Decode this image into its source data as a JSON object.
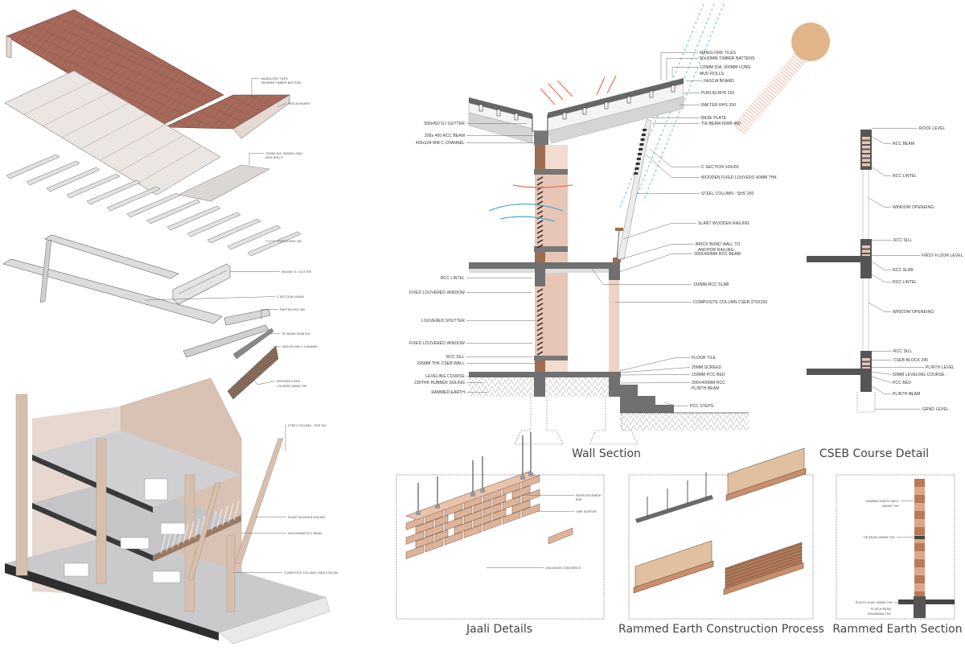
{
  "exploded_axonometric": {
    "labels": [
      "MANGLORE TILES",
      "50x30MM TIMBER BATTENS",
      "FASCIA BOARD",
      "120MM DIA, 900MM LONG",
      "MUD ROLLS",
      "PURLIN RHS 250",
      "300x450 G.I GUTTER",
      "C SECTION 100x50",
      "RAFTER RHS 350",
      "TIE BEAM ISWB 400",
      "400x104 MM C CHANNEL",
      "WOODEN FIXED",
      "LOUVERS 40MM THK"
    ]
  },
  "building_axonometric": {
    "labels": [
      "STEEL COLUMN - SHS 250",
      "SLANT WOODEN RAILING",
      "300X400MM RCC BEAM",
      "COMPOSITE COLUMN CSEB 375X250"
    ]
  },
  "wall_section": {
    "title": "Wall Section",
    "left_labels": [
      "300x450 G.I GUTTER",
      "295x 400 RCC BEAM",
      "400x104 MM C CHANNEL",
      "RCC LINTEL",
      "FIXED LOUVERED WINDOW",
      "LOUVERED SHUTTER",
      "FIXED LOUVERED WINDOW",
      "RCC SILL",
      "295MM THK CSEB WALL",
      "LEVELING COURSE",
      "230THK RUBBER SOLING",
      "RAMMED EARTH"
    ],
    "right_labels": [
      "MANGLORE TILES",
      "50x30MM TIMBER BATTENS",
      "120MM DIA, 900MM LONG",
      "MUD ROLLS",
      "FASCIA BOARD",
      "PURLIN RHS 250",
      "RAFTER RHS 350",
      "BASE PLATE",
      "TIE BEAM ISWB 400",
      "C SECTION 100x50",
      "WOODEN FIXED LOUVERS 40MM THK",
      "STEEL COLUMN - SHS 250",
      "SLANT WOODEN RAILING",
      "BRICK BUND WALL TO",
      "ANCHOR RAILING",
      "300X400MM RCC BEAM",
      "150MM RCC SLAB",
      "COMPOSITE COLUMN CSEB 375X250",
      "FLOOR TILE",
      "25MM SCREED",
      "150MM PCC BED",
      "300X400MM RCC",
      "PLINTH BEAM",
      "PCC STEPS"
    ]
  },
  "cseb_course_detail": {
    "title": "CSEB Course Detail",
    "labels": [
      "ROOF LEVEL",
      "RCC BEAM",
      "RCC LINTEL",
      "WINDOW  OPENEING",
      "RCC SILL",
      "FIRST FLOOR LEVEL",
      "RCC SLAB",
      "RCC LINTEL",
      "WINDOW  OPENEING",
      "RCC SILL",
      "CSEB BLOCK 295",
      "PLINTH LEVEL",
      "50MM LEVELING COURSE",
      "PCC BED",
      "PLINTH BEAM",
      "GRND LEVEL"
    ]
  },
  "jaali_details": {
    "title": "Jaali Details",
    "labels": [
      "REINFORCEMENT",
      "BAR",
      "LIME MORTAR",
      "245x125x95 CSEB BRICK"
    ]
  },
  "rammed_earth_process": {
    "title": "Rammed Earth Construction Process"
  },
  "rammed_earth_section": {
    "title": "Rammed Earth Section",
    "labels": [
      "RAMMED EARTH WALL",
      "400MM THK",
      "TIE BEAM  150MM THK",
      "PLINTH SLAB 150MM THK",
      "PLINTH BEAM",
      "400x450MM THK"
    ]
  },
  "colors": {
    "tiles": "#a66a5b",
    "cseb": "#e8c6b5",
    "brick_dark": "#9c6d4e",
    "concrete": "#6e6e6e",
    "sun": "#e2b489",
    "hot_air_arrow": "#e8735a",
    "cool_air_arrow": "#4fa8d0"
  }
}
